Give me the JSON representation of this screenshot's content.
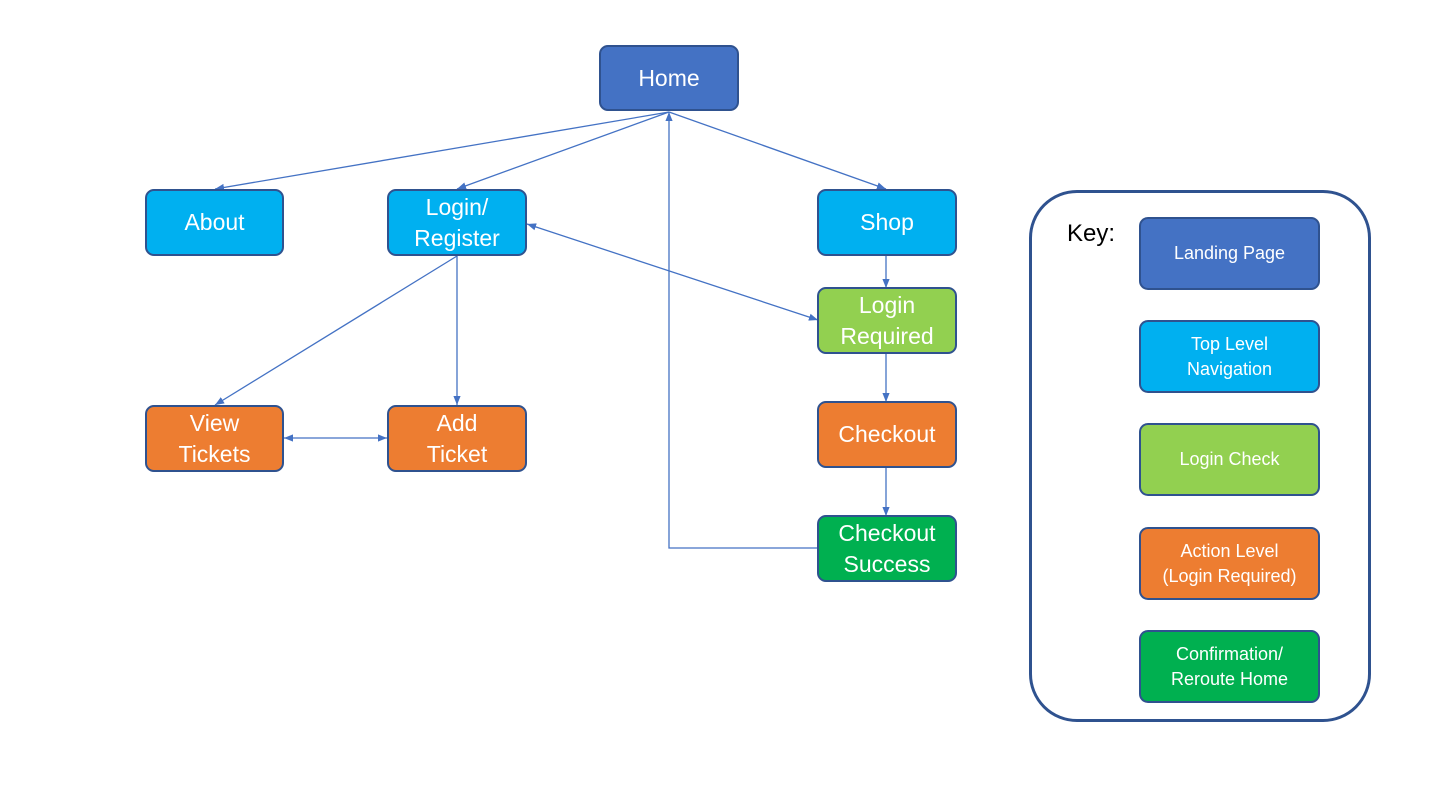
{
  "nodes": {
    "home": "Home",
    "about": "About",
    "login_register": "Login/\nRegister",
    "shop": "Shop",
    "login_required": "Login\nRequired",
    "view_tickets": "View\nTickets",
    "add_ticket": "Add\nTicket",
    "checkout": "Checkout",
    "checkout_success": "Checkout\nSuccess"
  },
  "key": {
    "title": "Key:",
    "items": [
      {
        "label": "Landing Page",
        "color": "#4472c4"
      },
      {
        "label": "Top Level\nNavigation",
        "color": "#00b0f0"
      },
      {
        "label": "Login Check",
        "color": "#92d050"
      },
      {
        "label": "Action Level\n(Login Required)",
        "color": "#ed7d31"
      },
      {
        "label": "Confirmation/\nReroute Home",
        "color": "#00b050"
      }
    ]
  },
  "colors": {
    "landing": "#4472c4",
    "top_level": "#00b0f0",
    "login_check": "#92d050",
    "action": "#ed7d31",
    "confirmation": "#00b050",
    "connector": "#4472c4",
    "border": "#2f528f"
  }
}
